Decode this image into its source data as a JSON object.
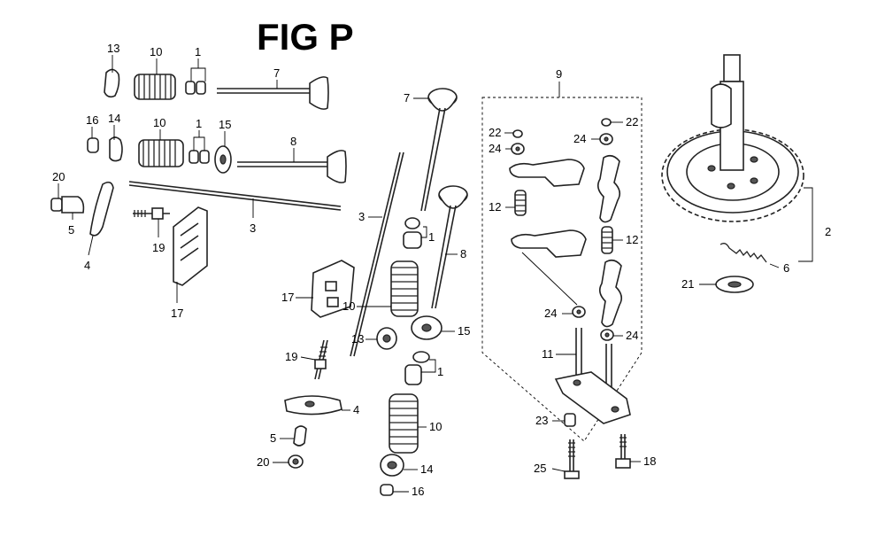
{
  "figure": {
    "title": "FIG P"
  },
  "labels": {
    "p1a": "1",
    "p1b": "1",
    "p1c": "1",
    "p1d": "1",
    "p2": "2",
    "p3a": "3",
    "p3b": "3",
    "p4a": "4",
    "p4b": "4",
    "p5a": "5",
    "p5b": "5",
    "p6": "6",
    "p7a": "7",
    "p7b": "7",
    "p8a": "8",
    "p8b": "8",
    "p9": "9",
    "p10a": "10",
    "p10b": "10",
    "p10c": "10",
    "p10d": "10",
    "p11": "11",
    "p12a": "12",
    "p12b": "12",
    "p13a": "13",
    "p13b": "13",
    "p14a": "14",
    "p14b": "14",
    "p15a": "15",
    "p15b": "15",
    "p16a": "16",
    "p16b": "16",
    "p17a": "17",
    "p17b": "17",
    "p18": "18",
    "p19a": "19",
    "p19b": "19",
    "p20a": "20",
    "p20b": "20",
    "p21": "21",
    "p22a": "22",
    "p22b": "22",
    "p23": "23",
    "p24a": "24",
    "p24b": "24",
    "p24c": "24",
    "p24d": "24",
    "p25": "25"
  }
}
